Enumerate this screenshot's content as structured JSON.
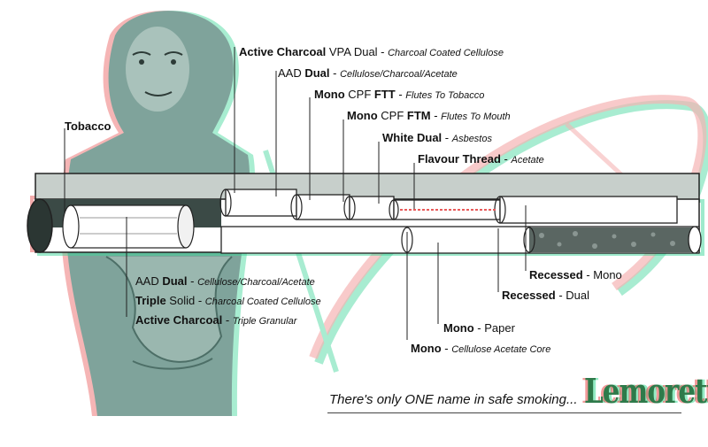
{
  "labels": {
    "top": [
      {
        "id": "active-charcoal-vpa",
        "bold": "Active Charcoal",
        "plain": " VPA Dual - ",
        "italic": "Charcoal Coated Cellulose"
      },
      {
        "id": "aad-dual-top",
        "plain_pre": "AAD ",
        "bold": "Dual",
        "plain": " - ",
        "italic": "Cellulose/Charcoal/Acetate"
      },
      {
        "id": "mono-cpf-ftt",
        "bold": "Mono",
        "plain": " CPF ",
        "bold2": "FTT",
        "plain2": " - ",
        "italic": "Flutes To Tobacco"
      },
      {
        "id": "mono-cpf-ftm",
        "bold": "Mono",
        "plain": " CPF ",
        "bold2": "FTM",
        "plain2": " - ",
        "italic": "Flutes To Mouth"
      },
      {
        "id": "white-dual",
        "bold": "White Dual",
        "plain": " - ",
        "italic": "Asbestos"
      },
      {
        "id": "flavour-thread",
        "bold": "Flavour Thread",
        "plain": " - ",
        "italic": "Acetate"
      }
    ],
    "tobacco": "Tobacco",
    "left_bottom": [
      {
        "id": "aad-dual-bottom",
        "plain_pre": "AAD ",
        "bold": "Dual",
        "plain": " - ",
        "italic": "Cellulose/Charcoal/Acetate"
      },
      {
        "id": "triple-solid",
        "bold": "Triple",
        "plain": " Solid - ",
        "italic": "Charcoal Coated Cellulose"
      },
      {
        "id": "active-charcoal-triple",
        "bold": "Active Charcoal",
        "plain": " - ",
        "italic": "Triple Granular"
      }
    ],
    "right_bottom": [
      {
        "id": "recessed-mono",
        "bold": "Recessed",
        "plain": " - Mono"
      },
      {
        "id": "recessed-dual",
        "bold": "Recessed",
        "plain": " - Dual"
      },
      {
        "id": "mono-paper",
        "bold": "Mono",
        "plain": " - Paper"
      },
      {
        "id": "mono-cellulose",
        "bold": "Mono",
        "plain": " - ",
        "italic": "Cellulose Acetate Core"
      }
    ]
  },
  "slogan": "There's only ONE name in safe smoking...",
  "brand": "Lemorette",
  "colors": {
    "figure": "#7fa39b",
    "figure_dark": "#4d6f67",
    "ghost_red": "#e85a5a",
    "ghost_green": "#3fd69a",
    "tube_edge": "#222222",
    "tube_fill": "#ffffff",
    "tube_shade": "#c7cfcb",
    "tobacco_fill": "#5a6662",
    "brand": "#2e7a4a"
  }
}
